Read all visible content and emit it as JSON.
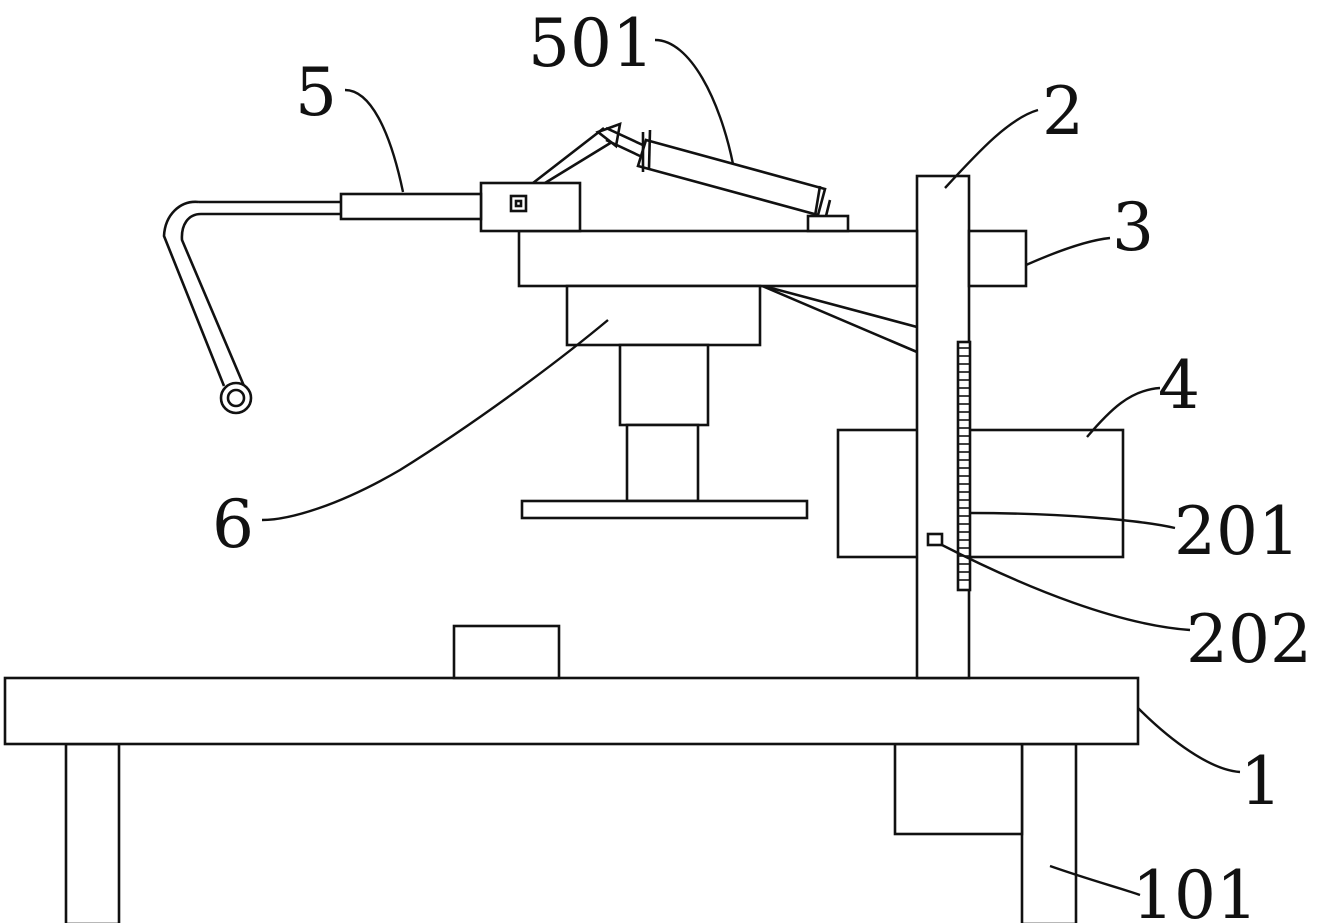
{
  "labels": {
    "l1": "1",
    "l101": "101",
    "l2": "2",
    "l201": "201",
    "l202": "202",
    "l3": "3",
    "l4": "4",
    "l5": "5",
    "l501": "501",
    "l6": "6"
  }
}
